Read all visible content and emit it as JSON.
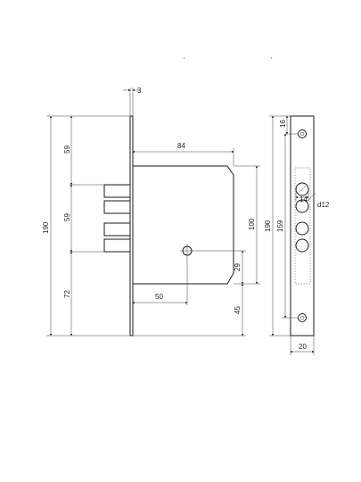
{
  "drawing": {
    "type": "technical-drawing",
    "subject": "mortise-lock",
    "side_view": {
      "dimensions": {
        "faceplate_thickness": "3",
        "total_height": "190",
        "top_to_bolt": "59",
        "bolt_spacing": "59",
        "bolt_to_bottom": "72",
        "backset_width": "84",
        "body_height": "100",
        "spindle_offset": "50",
        "spindle_height": "29",
        "bottom_offset": "45"
      }
    },
    "front_view": {
      "dimensions": {
        "total_height": "190",
        "screw_offset": "16",
        "bolt_zone_height": "159",
        "bolt_pitch": "14",
        "bolt_diameter": "d12",
        "faceplate_width": "20"
      }
    }
  }
}
